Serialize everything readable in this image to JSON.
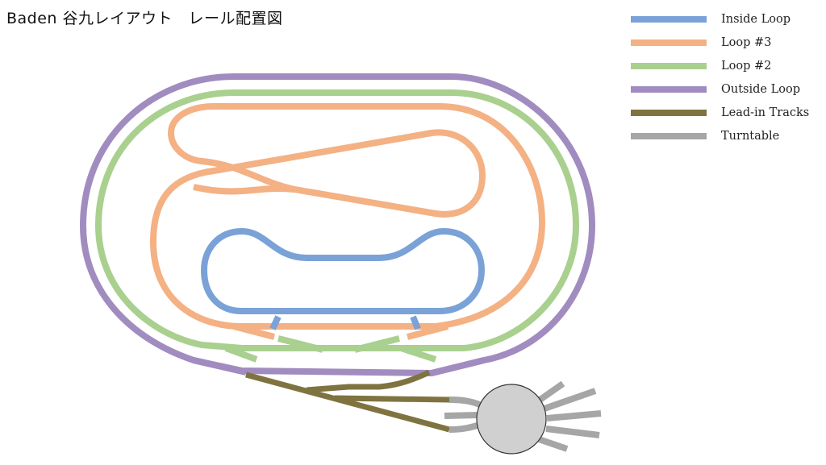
{
  "title": "Baden 谷九レイアウト　レール配置図",
  "legend": [
    {
      "label": "Inside Loop",
      "color": "#7ba2d7"
    },
    {
      "label": "Loop #3",
      "color": "#f4b183"
    },
    {
      "label": "Loop #2",
      "color": "#a9d08e"
    },
    {
      "label": "Outside Loop",
      "color": "#a18cc0"
    },
    {
      "label": "Lead-in Tracks",
      "color": "#7f7340"
    },
    {
      "label": "Turntable",
      "color": "#a6a6a6"
    }
  ],
  "colors": {
    "turntable_disc": "#d0d0d0",
    "turntable_outline": "#333333"
  }
}
